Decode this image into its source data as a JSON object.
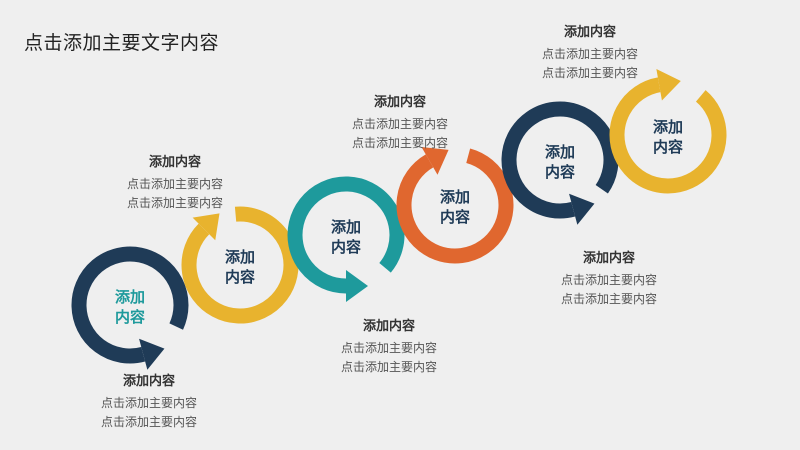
{
  "page_title": "点击添加主要文字内容",
  "colors": {
    "navy": "#1f3b57",
    "yellow": "#e8b32e",
    "teal": "#1e9a9c",
    "orange": "#e0672f",
    "background": "#efefef"
  },
  "rings": [
    {
      "line1": "添加",
      "line2": "内容",
      "color": "#1f3b57",
      "text_color": "#1e9a9c"
    },
    {
      "line1": "添加",
      "line2": "内容",
      "color": "#e8b32e",
      "text_color": "#1f3b57"
    },
    {
      "line1": "添加",
      "line2": "内容",
      "color": "#1e9a9c",
      "text_color": "#1f3b57"
    },
    {
      "line1": "添加",
      "line2": "内容",
      "color": "#e0672f",
      "text_color": "#1f3b57"
    },
    {
      "line1": "添加",
      "line2": "内容",
      "color": "#1f3b57",
      "text_color": "#1f3b57"
    },
    {
      "line1": "添加",
      "line2": "内容",
      "color": "#e8b32e",
      "text_color": "#1f3b57"
    }
  ],
  "captions": [
    {
      "title": "添加内容",
      "line1": "点击添加主要内容",
      "line2": "点击添加主要内容"
    },
    {
      "title": "添加内容",
      "line1": "点击添加主要内容",
      "line2": "点击添加主要内容"
    },
    {
      "title": "添加内容",
      "line1": "点击添加主要内容",
      "line2": "点击添加主要内容"
    },
    {
      "title": "添加内容",
      "line1": "点击添加主要内容",
      "line2": "点击添加主要内容"
    },
    {
      "title": "添加内容",
      "line1": "点击添加主要内容",
      "line2": "点击添加主要内容"
    },
    {
      "title": "添加内容",
      "line1": "点击添加主要内容",
      "line2": "点击添加主要内容"
    }
  ]
}
